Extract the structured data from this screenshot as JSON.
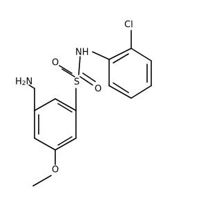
{
  "molecule": {
    "atoms": {
      "amine": {
        "label": "H",
        "subscript": "2",
        "tail": "N"
      },
      "chlorine": {
        "label": "Cl"
      },
      "imine": {
        "label": "NH"
      },
      "sulfur": {
        "label": "S"
      },
      "oxygen_top": {
        "label": "O"
      },
      "oxygen_bottom": {
        "label": "O"
      },
      "methoxy_oxygen": {
        "label": "O"
      }
    }
  },
  "colors": {
    "bond": "#000000",
    "text": "#000000",
    "background": "#ffffff"
  }
}
